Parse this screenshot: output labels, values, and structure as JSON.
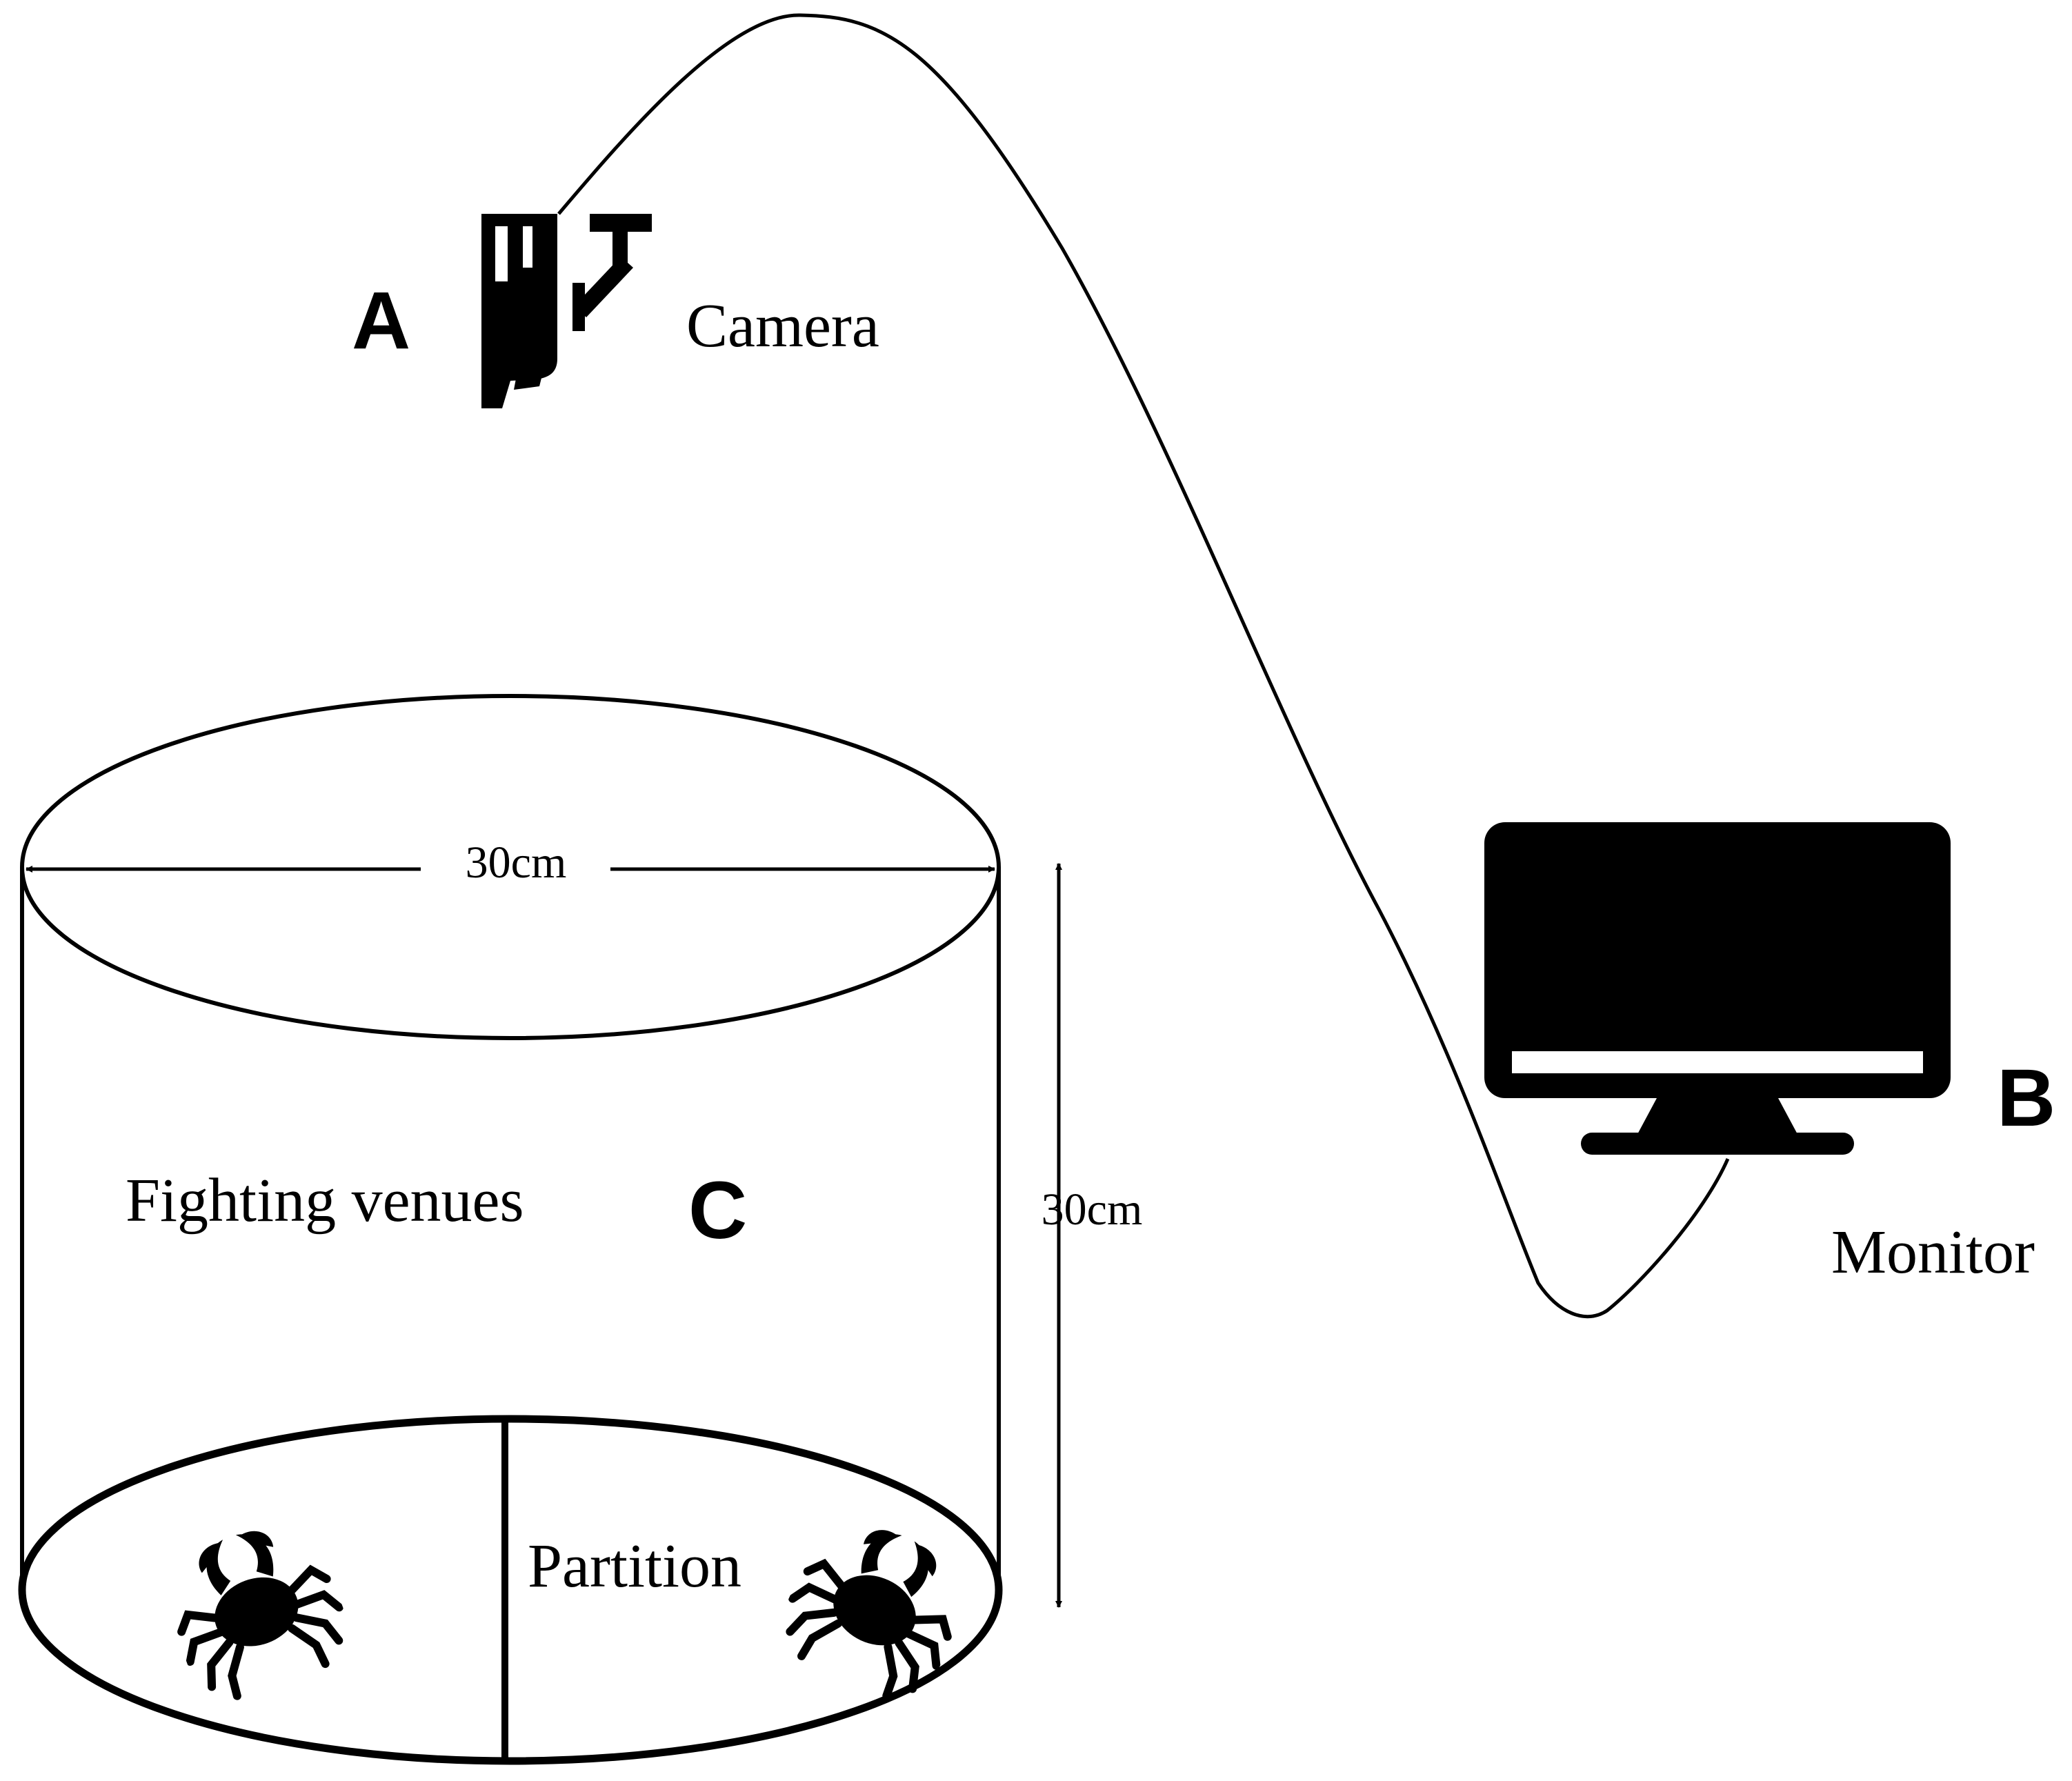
{
  "labels": {
    "camera": "Camera",
    "camera_letter": "A",
    "monitor": "Monitor",
    "monitor_letter": "B",
    "venue": "Fighting venues",
    "venue_letter": "C",
    "partition": "Partition",
    "diameter": "30cm",
    "height": "30cm"
  },
  "icons": {
    "camera": "security-camera-icon",
    "monitor": "monitor-icon",
    "crab_left": "crab-icon",
    "crab_right": "crab-icon"
  },
  "colors": {
    "ink": "#000000",
    "background": "#ffffff"
  }
}
